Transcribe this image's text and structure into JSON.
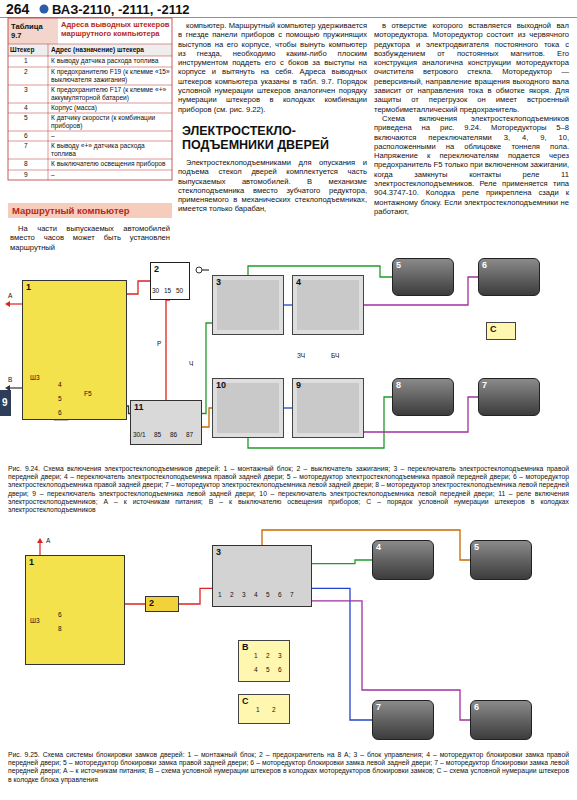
{
  "diagram": {
    "title": "ВАЗ-2110, -2111, -2112",
    "nodes": [
      {
        "text": [
          "1"
        ]
      },
      {
        "text": [
          "2"
        ]
      },
      {
        "text": [
          "11"
        ]
      },
      {
        "text": [
          "3"
        ]
      },
      {
        "text": [
          "4"
        ]
      },
      {
        "text": [
          "10"
        ]
      },
      {
        "text": [
          "9"
        ]
      },
      {
        "text": [
          "5"
        ]
      },
      {
        "text": [
          "6"
        ]
      },
      {
        "text": [
          "8"
        ]
      },
      {
        "text": [
          "7"
        ]
      },
      {
        "text": [
          "С"
        ]
      },
      {
        "text": [
          "1"
        ]
      },
      {
        "text": [
          "2"
        ]
      },
      {
        "text": [
          "3"
        ]
      },
      {
        "text": [
          "4"
        ]
      },
      {
        "text": [
          "5"
        ]
      },
      {
        "text": [
          "7"
        ]
      },
      {
        "text": [
          "6"
        ]
      },
      {
        "text": [
          "В"
        ]
      },
      {
        "text": [
          "С"
        ]
      }
    ],
    "edges": [
      {
        "from": 0,
        "to": 1,
        "arrow": "none"
      },
      {
        "from": 1,
        "to": 2,
        "arrow": "none"
      },
      {
        "from": 0,
        "to": 2,
        "arrow": "none"
      },
      {
        "from": 2,
        "to": 3,
        "arrow": "none"
      },
      {
        "from": 2,
        "to": 5,
        "arrow": "none"
      },
      {
        "from": 3,
        "to": 4,
        "arrow": "none"
      },
      {
        "from": 5,
        "to": 6,
        "arrow": "none"
      },
      {
        "from": 3,
        "to": 7,
        "arrow": "none"
      },
      {
        "from": 4,
        "to": 8,
        "arrow": "none"
      },
      {
        "from": 5,
        "to": 9,
        "arrow": "none"
      },
      {
        "from": 6,
        "to": 10,
        "arrow": "none"
      },
      {
        "from": 12,
        "to": 13,
        "arrow": "none"
      },
      {
        "from": 13,
        "to": 14,
        "arrow": "none"
      },
      {
        "from": 14,
        "to": 15,
        "arrow": "none"
      },
      {
        "from": 14,
        "to": 16,
        "arrow": "none"
      },
      {
        "from": 14,
        "to": 17,
        "arrow": "none"
      },
      {
        "from": 14,
        "to": 18,
        "arrow": "none"
      }
    ],
    "labels": [
      "264",
      "Таблица 9.7",
      "Адреса выводных штекеров маршрутного компьютера",
      "Штекер",
      "Адрес (назначение) штекера",
      "1",
      "К выводу датчика расхода топлива",
      "2",
      "К предохранителю F19 (к клемме «15» выключателя зажигания)",
      "3",
      "К предохранителю F17 (к клемме «+» аккумуляторной батареи)",
      "4",
      "Корпус (масса)",
      "5",
      "К датчику скорости (к комбинации приборов)",
      "6",
      "–",
      "7",
      "К выводу «+» датчика расхода топлива",
      "8",
      "К выключателю освещения приборов",
      "9",
      "–",
      "Маршрутный компьютер",
      "На части выпускаемых автомобилей вместо часов может быть установлен маршрутный",
      "компьютер. Маршрутный компьютер удерживается в гнезде панели приборов с помощью пружинящих выступов на его корпусе, чтобы вынуть компьютер из гнезда, необходимо каким-либо плоским инструментом поддеть его с боков за выступы на корпусе и вытянуть на себя. Адреса выводных штекеров компьютера указаны в табл. 9.7. Порядок условной нумерации штекеров аналогичен порядку нумерации штекеров в колодках комбинации приборов (см. рис. 9.22).",
      "ЭЛЕКТРОСТЕКЛО-ПОДЪЕМНИКИ ДВЕРЕЙ",
      "Электростеклоподъемниками для опускания и подъема стекол дверей комплектуется часть выпускаемых автомобилей. В механизме стеклоподъемника вместо зубчатого редуктора, применяемого в механических стеклоподъемниках, имеется только барабан,",
      "в отверстие которого вставляется выходной вал мотоpедуктора. Мотоpедуктор состоит из червячного редуктора и электродвигателя постоянного тока с возбуждением от постоянных магнитов. Его конструкция аналогична конструкции моторедуктора очистителя ветрового стекла. Моторедуктор — реверсивный, направление вращения выходного вала зависит от направления тока в обмотке якоря. Для защиты от перегрузок он имеет встроенный термобиметаллический предохранитель.",
      "9",
      "А",
      "В",
      "Ш3",
      "4",
      "5",
      "6",
      "F5",
      "30",
      "15",
      "50",
      "30/1",
      "85",
      "86",
      "87",
      "Р",
      "Ч",
      "ЗЧ",
      "БЧ",
      "А",
      "Ш3",
      "6",
      "8",
      "1",
      "2",
      "3",
      "4",
      "5",
      "6",
      "7",
      "1",
      "2",
      "3",
      "4",
      "5",
      "6",
      "1",
      "2",
      "Рис. 9.24. Схема включения электростеклоподъемников дверей: 1 – монтажный блок; 2 – выключатель зажигания; 3 – переключатель электростеклоподъемника правой передней двери; 4 – переключатель электростеклоподъемника правой задней двери; 5 – моторедуктор электростеклоподъемника правой передней двери; 6 – моторедуктор электростеклоподъемника правой задней двери; 7 – моторедуктор электростеклоподъемника левой задней двери; 8 – моторедуктор электростеклоподъемника левой передней двери; 9 – переключатель электростеклоподъемника левой задней двери; 10 – переключатель электростеклоподъемника левой передней двери; 11 – реле включения электростеклоподъемников; А – к источникам питания; В – к выключателю освещения приборов; С – порядок условной нумерации штекеров в колодках электростеклоподъемников",
      "Рис. 9.25. Схема системы блокировки замков дверей: 1 – монтажный блок; 2 – предохранитель на 8 А; 3 – блок управления; 4 – моторедуктор блокировки замка правой передней двери; 5 – моторедуктор блокировки замка правой задней двери; 6 – моторедуктор блокировки замка левой задней двери; 7 – моторедуктор блокировки замка левой передней двери; А – к источникам питания; В – схема условной нумерации штекеров в колодках моторедукторов блокировки замков; С – схема условной нумерации штекеров в колодке блока управления",
      "Схема включения электростеклоподъемников приведена на рис. 9.24. Моторедукторы 5–8 включаются переключателями 3, 4, 9, 10, расположенными на облицовке тоннеля пола. Напряжение к переключателям подается через предохранитель F5 только при включенном зажигании, когда замкнуты контакты реле 11 электростеклоподъемников. Реле применяется типа 904.3747-10. Колодка реле прикреплена сзади к монтажному блоку. Если электростеклоподъемники не работают,"
    ]
  }
}
